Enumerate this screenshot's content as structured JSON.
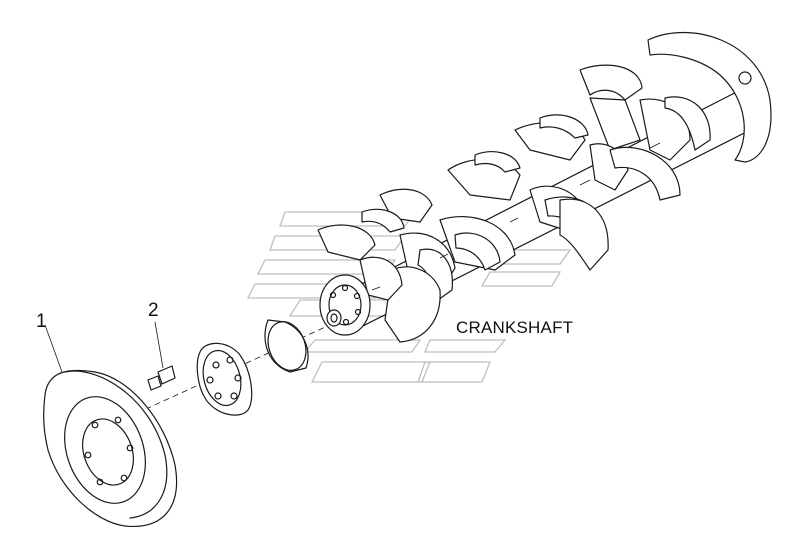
{
  "callouts": {
    "pulley": "1",
    "bolt": "2"
  },
  "part_label": "CRANKSHAFT",
  "colors": {
    "line": "#1a1a1a",
    "watermark": "#bfbfbf",
    "background": "#ffffff"
  }
}
